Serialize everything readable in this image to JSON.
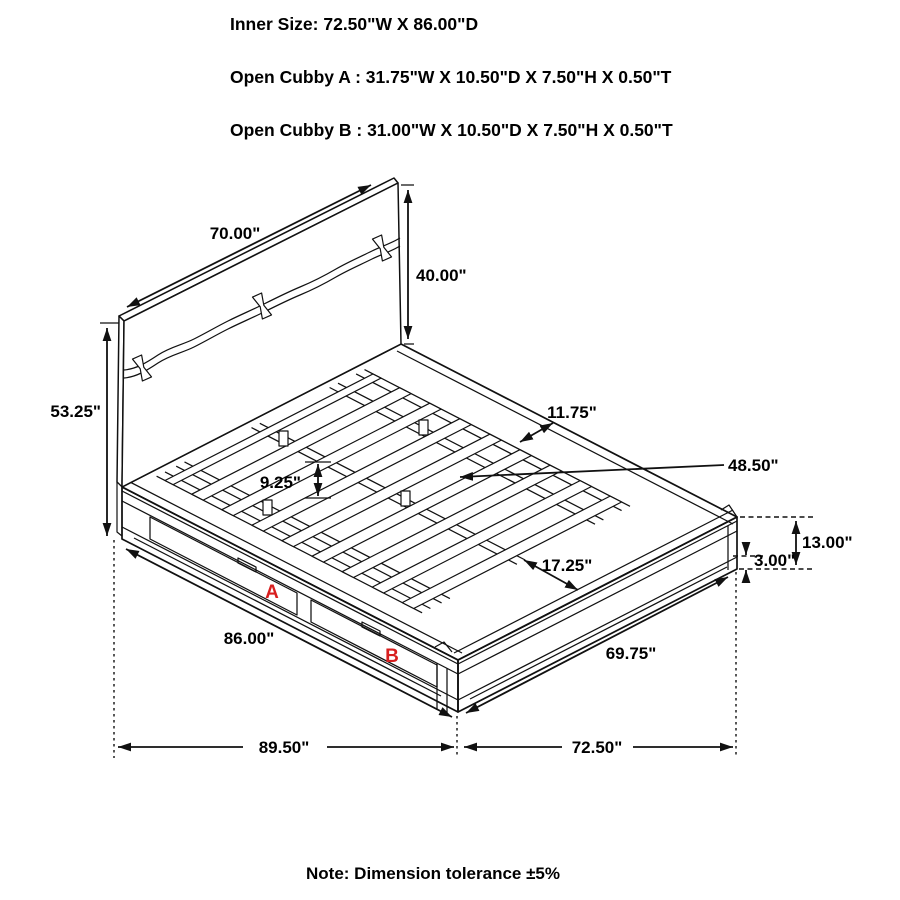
{
  "header": {
    "line1": "Inner Size: 72.50\"W X 86.00\"D",
    "line2": "Open Cubby A : 31.75\"W X 10.50\"D X 7.50\"H X 0.50\"T",
    "line3": "Open Cubby B : 31.00\"W X 10.50\"D X 7.50\"H X 0.50\"T"
  },
  "note": "Note: Dimension tolerance ±5%",
  "labels": {
    "cubby_a": "A",
    "cubby_b": "B"
  },
  "colors": {
    "line": "#111111",
    "label_red": "#d81f1f",
    "background": "#ffffff"
  },
  "dimensions": {
    "headboard_width": "70.00\"",
    "headboard_height": "40.00\"",
    "total_height": "53.25\"",
    "slat_spacing": "9.25\"",
    "side_rail_width": "11.75\"",
    "slat_length": "48.50\"",
    "foot_deck_depth": "17.25\"",
    "base_height": "13.00\"",
    "plinth_height": "3.00\"",
    "storage_side_length": "86.00\"",
    "foot_side_length": "69.75\"",
    "overall_length": "89.50\"",
    "overall_width": "72.50\""
  }
}
